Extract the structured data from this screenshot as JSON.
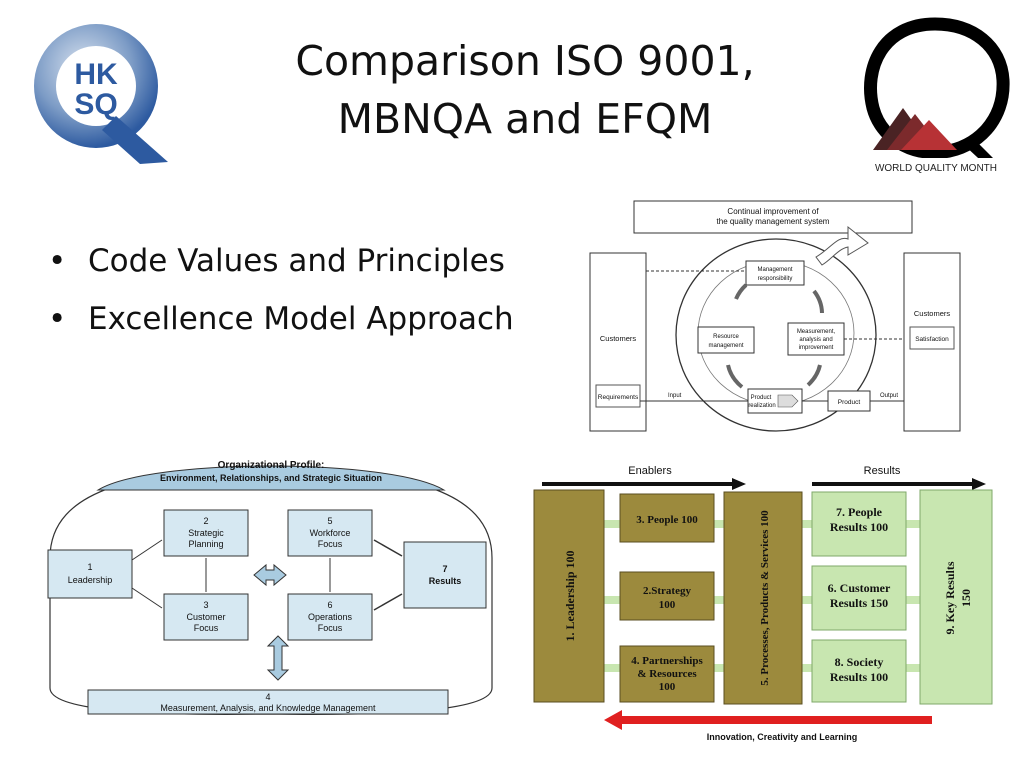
{
  "slide": {
    "title_line1": "Comparison ISO 9001,",
    "title_line2": "MBNQA and EFQM",
    "bullets": [
      "Code Values and Principles",
      "Excellence Model Approach"
    ]
  },
  "logos": {
    "hksq_line1": "HK",
    "hksq_line2": "SQ",
    "wqm_caption": "WORLD QUALITY MONTH"
  },
  "iso_diagram": {
    "top_box_line1": "Continual improvement of",
    "top_box_line2": "the quality management system",
    "left_label": "Customers",
    "left_requirements": "Requirements",
    "right_label": "Customers",
    "right_satisfaction": "Satisfaction",
    "mgmt_line1": "Management",
    "mgmt_line2": "responsibility",
    "resource_line1": "Resource",
    "resource_line2": "management",
    "measure_line1": "Measurement,",
    "measure_line2": "analysis and",
    "measure_line3": "improvement",
    "product_real_line1": "Product",
    "product_real_line2": "realization",
    "product": "Product",
    "input": "Input",
    "output": "Output"
  },
  "mbnqa_diagram": {
    "profile_line1": "Organizational Profile:",
    "profile_line2": "Environment, Relationships, and Strategic Situation",
    "leadership_num": "1",
    "leadership": "Leadership",
    "strategic_num": "2",
    "strategic_line1": "Strategic",
    "strategic_line2": "Planning",
    "customer_num": "3",
    "customer_line1": "Customer",
    "customer_line2": "Focus",
    "workforce_num": "5",
    "workforce_line1": "Workforce",
    "workforce_line2": "Focus",
    "operations_num": "6",
    "operations_line1": "Operations",
    "operations_line2": "Focus",
    "results_num": "7",
    "results": "Results",
    "measurement_num": "4",
    "measurement": "Measurement, Analysis, and Knowledge Management"
  },
  "efqm_diagram": {
    "enablers": "Enablers",
    "results": "Results",
    "leadership": "1. Leadership 100",
    "people_line1": "3. People 100",
    "strategy_line1": "2.Strategy",
    "strategy_line2": "100",
    "partnerships_line1": "4. Partnerships",
    "partnerships_line2": "& Resources",
    "partnerships_line3": "100",
    "processes": "5. Processes, Products & Services 100",
    "people_results_line1": "7. People",
    "people_results_line2": "Results 100",
    "customer_results_line1": "6. Customer",
    "customer_results_line2": "Results 150",
    "society_results_line1": "8. Society",
    "society_results_line2": "Results 100",
    "key_results_line1": "9. Key Results",
    "key_results_line2": "150",
    "innovation": "Innovation, Creativity and Learning"
  }
}
